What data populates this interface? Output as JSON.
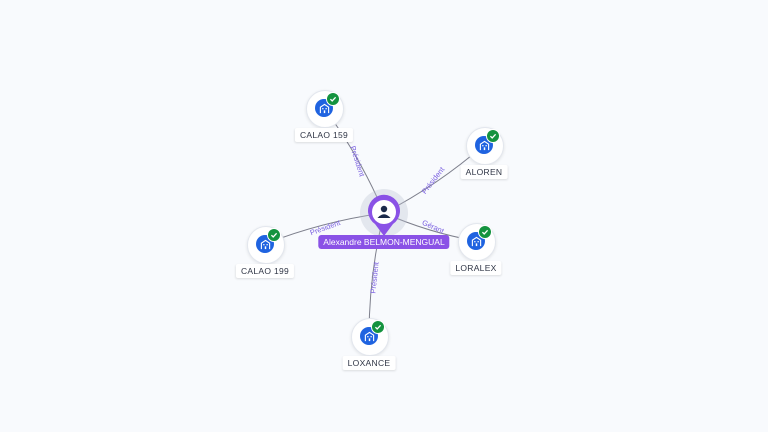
{
  "person": {
    "name": "Alexandre BELMON-MENGUAL",
    "icon": "person-icon",
    "color": "#8a52e6"
  },
  "companies": [
    {
      "id": "calao-159",
      "name": "CALAO 159",
      "role": "Président",
      "icon": "building-icon",
      "status": "verified-check-icon"
    },
    {
      "id": "aloren",
      "name": "ALOREN",
      "role": "Président",
      "icon": "building-icon",
      "status": "verified-check-icon"
    },
    {
      "id": "loralex",
      "name": "LORALEX",
      "role": "Gérant",
      "icon": "building-icon",
      "status": "verified-check-icon"
    },
    {
      "id": "calao-199",
      "name": "CALAO 199",
      "role": "Président",
      "icon": "building-icon",
      "status": "verified-check-icon"
    },
    {
      "id": "loxance",
      "name": "LOXANCE",
      "role": "Président",
      "icon": "building-icon",
      "status": "verified-check-icon"
    }
  ],
  "colors": {
    "company": "#1f63e0",
    "verified": "#14933f",
    "edge_label": "#7a5fe0",
    "edge_line": "#7d7f8c",
    "background": "#f8fafd"
  }
}
